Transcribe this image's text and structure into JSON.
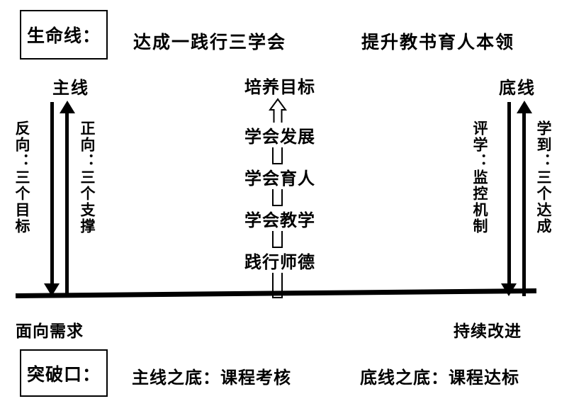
{
  "diagram": {
    "title_left_box": "生命线：",
    "title_bottom_box": "突破口：",
    "headers": {
      "center_header": "达成一践行三学会",
      "right_header": "提升教书育人本领"
    },
    "pillars": {
      "left": {
        "label": "主线",
        "down_caption": "反向：三个目标",
        "up_caption": "正向：三个支撑",
        "down_arrow_icon": "arrow-down-icon",
        "up_arrow_icon": "arrow-up-icon"
      },
      "right": {
        "label": "底线",
        "down_caption": "评学：监控机制",
        "up_caption": "学到：三个达成",
        "down_arrow_icon": "arrow-down-icon",
        "up_arrow_icon": "arrow-up-icon"
      }
    },
    "center_ladder": {
      "top_arrow_icon": "hollow-arrow-up-icon",
      "nodes": [
        "培养目标",
        "学会发展",
        "学会育人",
        "学会教学",
        "践行师德"
      ]
    },
    "footer": {
      "left_note": "面向需求",
      "right_note": "持续改进",
      "main_line_bottom": "主线之底：课程考核",
      "base_line_bottom": "底线之底：课程达标"
    },
    "colors": {
      "ink": "#000000",
      "background": "#ffffff"
    }
  }
}
